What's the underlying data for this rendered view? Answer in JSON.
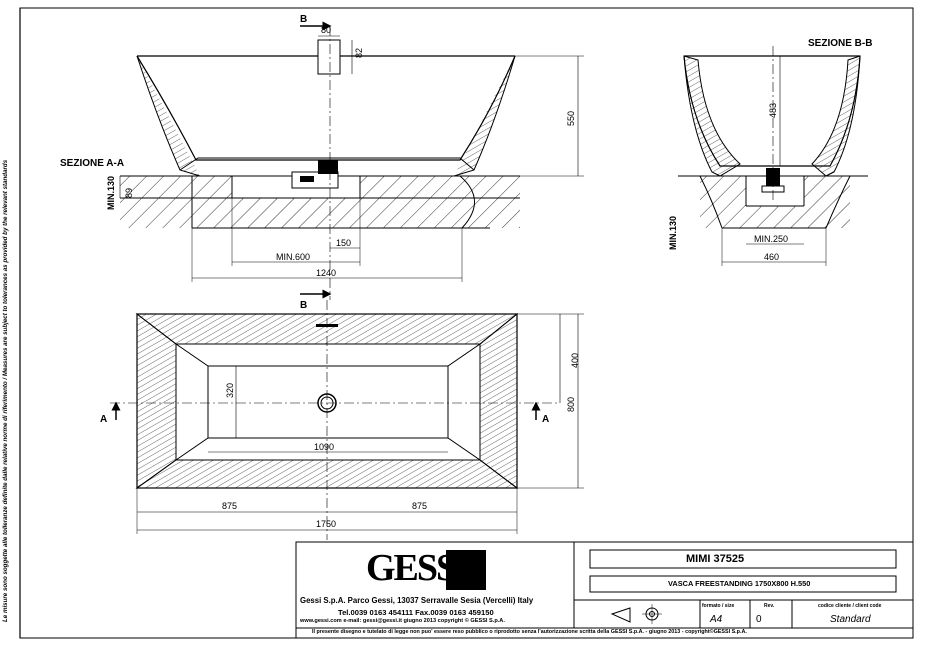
{
  "side_note": "Le misure sono soggette alle tolleranze definite dalle relative norme di riferimento / Measures are subject to tolerances as provided by the relevant standards",
  "section_aa": {
    "title": "SEZIONE A-A",
    "dims": {
      "drain_w": "80",
      "drain_h": "82",
      "height": "550",
      "min130": "MIN.130",
      "d89": "89",
      "d150": "150",
      "min600": "MIN.600",
      "width": "1240"
    },
    "cut_label": "B"
  },
  "section_bb": {
    "title": "SEZIONE B-B",
    "dims": {
      "depth": "483",
      "min130": "MIN.130",
      "min250": "MIN.250",
      "width": "460"
    }
  },
  "plan": {
    "cut_label": "A",
    "dims": {
      "inner_h": "320",
      "inner_w": "1090",
      "half_left": "875",
      "half_right": "875",
      "total_w": "1750",
      "half_h": "400",
      "total_h": "800"
    }
  },
  "title_block": {
    "logo": "GESSI",
    "company_line": "Gessi S.p.A. Parco Gessi, 13037 Serravalle Sesia (Vercelli) Italy",
    "contact_line": "Tel.0039 0163 454111 Fax.0039 0163 459150",
    "web_line": "www.gessi.com  e-mail: gessi@gessi.it   giugno 2013   copyright © GESSI S.p.A.",
    "legal_line": "Il presente disegno e tutelato di legge non puo' essere reso pubblico o riprodotto senza l'autorizzazione scritta della GESSI S.p.A. - giugno 2013 - copyright©GESSI S.p.A.",
    "product_name": "MIMI 37525",
    "product_desc": "VASCA FREESTANDING 1750X800 H.550",
    "format_label": "formato / size",
    "format_value": "A4",
    "rev_label": "Rev.",
    "rev_value": "0",
    "code_label": "codice cliente / client code",
    "code_value": "Standard"
  }
}
